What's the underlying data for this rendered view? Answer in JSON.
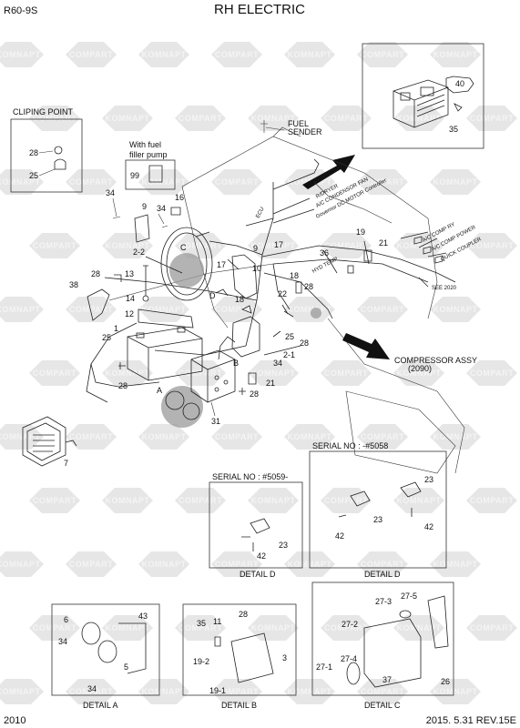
{
  "header": {
    "model": "R60-9S",
    "title": "RH ELECTRIC"
  },
  "footer": {
    "year": "2010",
    "revision": "2015. 5.31  REV.15E"
  },
  "watermark": {
    "text_a": "COMPART",
    "text_b": "KOMNAPT"
  },
  "sections": {
    "cliping_point": "CLIPING POINT",
    "fuel_filler_note_1": "With fuel",
    "fuel_filler_note_2": "filler pump",
    "fuel_sender_1": "FUEL",
    "fuel_sender_2": "SENDER",
    "compressor_1": "COMPRESSOR ASSY",
    "compressor_2": "(2090)",
    "see_2020": "SEE 2020",
    "serial_upto": "SERIAL NO : -#5058",
    "serial_from": "SERIAL NO : #5059-",
    "detail_d_left": "DETAIL D",
    "detail_d_right": "DETAIL D",
    "detail_a": "DETAIL A",
    "detail_b": "DETAIL B",
    "detail_c": "DETAIL C"
  },
  "connector_labels": {
    "ecu": "ECU",
    "rdryer": "R/DRYER",
    "ac_condensor_fan": "A/C CONDENSOR FAN",
    "governor": "Governor DC MOTOR Controller",
    "hyd_temp": "HYD TEMP",
    "ac_comp_ry": "A/C COMP RY",
    "ac_comp_power": "A/C COMP POWER",
    "quick_coupler": "QUICK COUPLER"
  },
  "detail_letters": {
    "a": "A",
    "b": "B",
    "c": "C",
    "d": "D"
  },
  "part_numbers": {
    "p40": "40",
    "p35_top": "35",
    "p28_clip": "28",
    "p25_clip": "25",
    "p99": "99",
    "p9": "9",
    "p16": "16",
    "p34_a": "34",
    "p34_b": "34",
    "p2_2": "2-2",
    "p13": "13",
    "p28_a": "28",
    "p14": "14",
    "p38": "38",
    "p12": "12",
    "p1": "1",
    "p25_a": "25",
    "p28_b": "28",
    "p7": "7",
    "p9_b": "9",
    "p17_a": "17",
    "p10": "10",
    "p17_b": "17",
    "p18_a": "18",
    "p18_b": "18",
    "p22": "22",
    "p25_b": "25",
    "p2_1": "2-1",
    "p28_c": "28",
    "p28_d": "28",
    "p19": "19",
    "p36": "36",
    "p21_a": "21",
    "p21_b": "21",
    "p34_c": "34",
    "p28_e": "28",
    "p31": "31",
    "p23_r": "23",
    "p42_r1": "42",
    "p23_r2": "23",
    "p42_r2": "42",
    "p42_l": "42",
    "p23_l": "23",
    "p6": "6",
    "p43": "43",
    "p34_da1": "34",
    "p5": "5",
    "p34_da2": "34",
    "p35_db": "35",
    "p11": "11",
    "p28_db": "28",
    "p19_2": "19-2",
    "p3": "3",
    "p19_1": "19-1",
    "p27_3": "27-3",
    "p27_5": "27-5",
    "p27_2": "27-2",
    "p27_4": "27-4",
    "p27_1": "27-1",
    "p37": "37",
    "p26": "26"
  }
}
